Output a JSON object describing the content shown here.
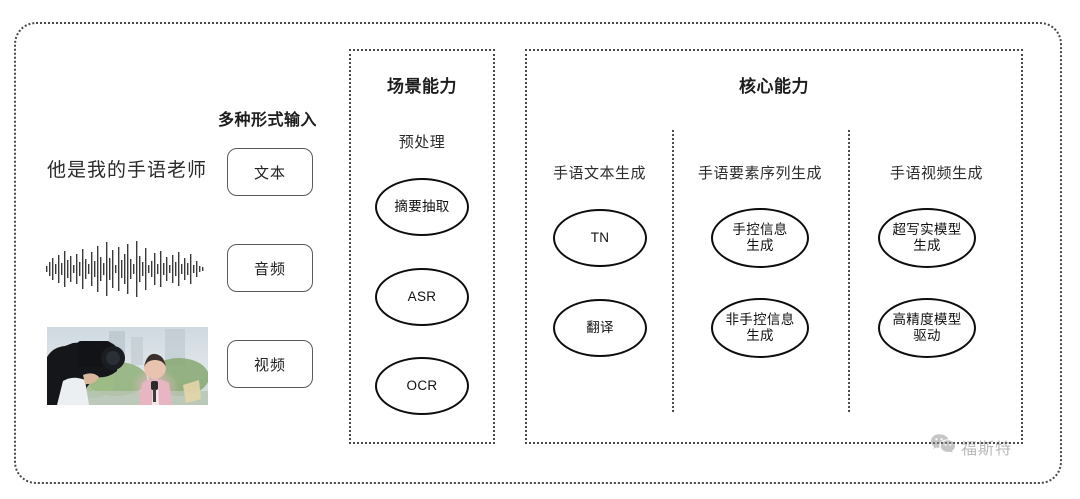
{
  "input_section": {
    "heading": "多种形式输入",
    "sample_sentence": "他是我的手语老师",
    "modalities": [
      {
        "label": "文本",
        "icon": "text-sample"
      },
      {
        "label": "音频",
        "icon": "audio-waveform"
      },
      {
        "label": "视频",
        "icon": "video-thumbnail"
      }
    ]
  },
  "scene_panel": {
    "title": "场景能力",
    "groups": [
      {
        "heading": "预处理",
        "nodes": [
          "摘要抽取",
          "ASR",
          "OCR"
        ]
      }
    ]
  },
  "core_panel": {
    "title": "核心能力",
    "columns": [
      {
        "heading": "手语文本生成",
        "nodes": [
          "TN",
          "翻译"
        ]
      },
      {
        "heading": "手语要素序列生成",
        "nodes": [
          "手控信息\n生成",
          "非手控信息\n生成"
        ]
      },
      {
        "heading": "手语视频生成",
        "nodes": [
          "超写实模型\n生成",
          "高精度模型\n驱动"
        ]
      }
    ]
  },
  "watermark": {
    "icon": "wechat-icon",
    "text": "福斯特"
  },
  "colors": {
    "border": "#4a4a4a",
    "node_border": "#0d0d0d",
    "text": "#1d1d1d",
    "background": "#ffffff"
  }
}
